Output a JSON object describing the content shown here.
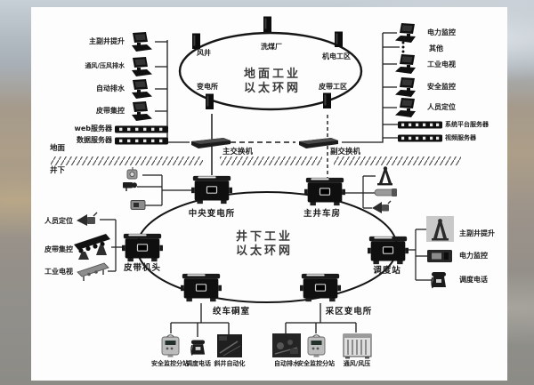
{
  "colors": {
    "line": "#1a1a1a",
    "panel": "#fdfdfd",
    "text": "#1c1c1c"
  },
  "surface": {
    "ring_title": [
      "地面工业",
      "以太环网"
    ],
    "nodes": {
      "air_shaft": "风井",
      "coal_washery": "洗煤厂",
      "mech_area": "机电工区",
      "substation": "变电所",
      "belt_area": "皮带工区"
    },
    "left_items": [
      {
        "label": "主副井提升"
      },
      {
        "label": "通风/压风排水"
      },
      {
        "label": "自动排水"
      },
      {
        "label": "皮带集控"
      }
    ],
    "left_servers": [
      {
        "label": "web服务器"
      },
      {
        "label": "数据服务器"
      }
    ],
    "right_items": [
      {
        "label": "电力监控"
      },
      {
        "label": "其他"
      },
      {
        "label": "工业电视"
      },
      {
        "label": "安全监控"
      },
      {
        "label": "人员定位"
      }
    ],
    "right_servers": [
      {
        "label": "系统平台服务器"
      },
      {
        "label": "视频服务器"
      }
    ]
  },
  "boundary": {
    "surface_label": "地面",
    "underground_label": "井下"
  },
  "switches": {
    "main": "主交换机",
    "backup": "副交换机"
  },
  "underground": {
    "ring_title": [
      "井下工业",
      "以太环网"
    ],
    "nodes": {
      "central_substation": "中央变电所",
      "main_shaft_house": "主井车房",
      "belt_head": "皮带机头",
      "dispatch_station": "调度站",
      "winch_chamber": "绞车硐室",
      "mining_substation": "采区变电所"
    },
    "belt_head_items": [
      {
        "label": "人员定位"
      },
      {
        "label": "皮带集控"
      },
      {
        "label": "工业电视"
      }
    ],
    "dispatch_items": [
      {
        "label": "主副井提升"
      },
      {
        "label": "电力监控"
      },
      {
        "label": "调度电话"
      }
    ],
    "winch_items": [
      {
        "label": "安全监控分站"
      },
      {
        "label": "调度电话"
      },
      {
        "label": "斜井自动化"
      }
    ],
    "mining_items": [
      {
        "label": "自动排水"
      },
      {
        "label": "安全监控分站"
      },
      {
        "label": "通风/风压"
      }
    ]
  }
}
